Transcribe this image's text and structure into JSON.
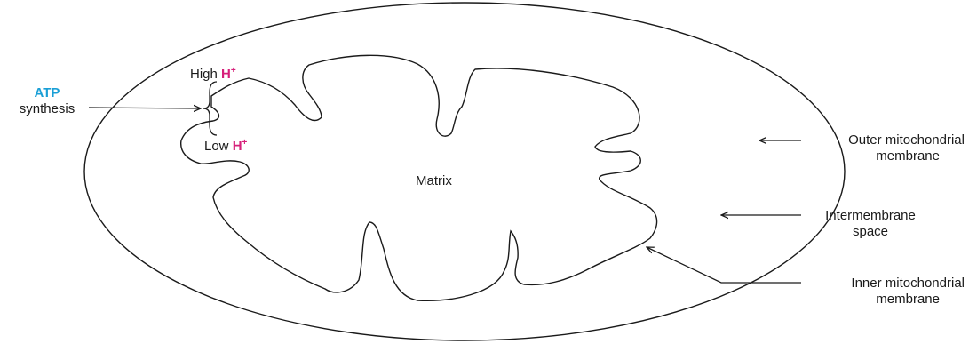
{
  "labels": {
    "atp": "ATP",
    "synthesis": "synthesis",
    "high": "High",
    "low": "Low",
    "h": "H",
    "plus": "+",
    "matrix": "Matrix",
    "outer_1": "Outer mitochondrial",
    "outer_2": "membrane",
    "inter_1": "Intermembrane",
    "inter_2": "space",
    "inner_1": "Inner mitochondrial",
    "inner_2": "membrane"
  },
  "colors": {
    "atp": "#1a9fd6",
    "proton": "#d6207a",
    "line": "#1a1a1a"
  }
}
